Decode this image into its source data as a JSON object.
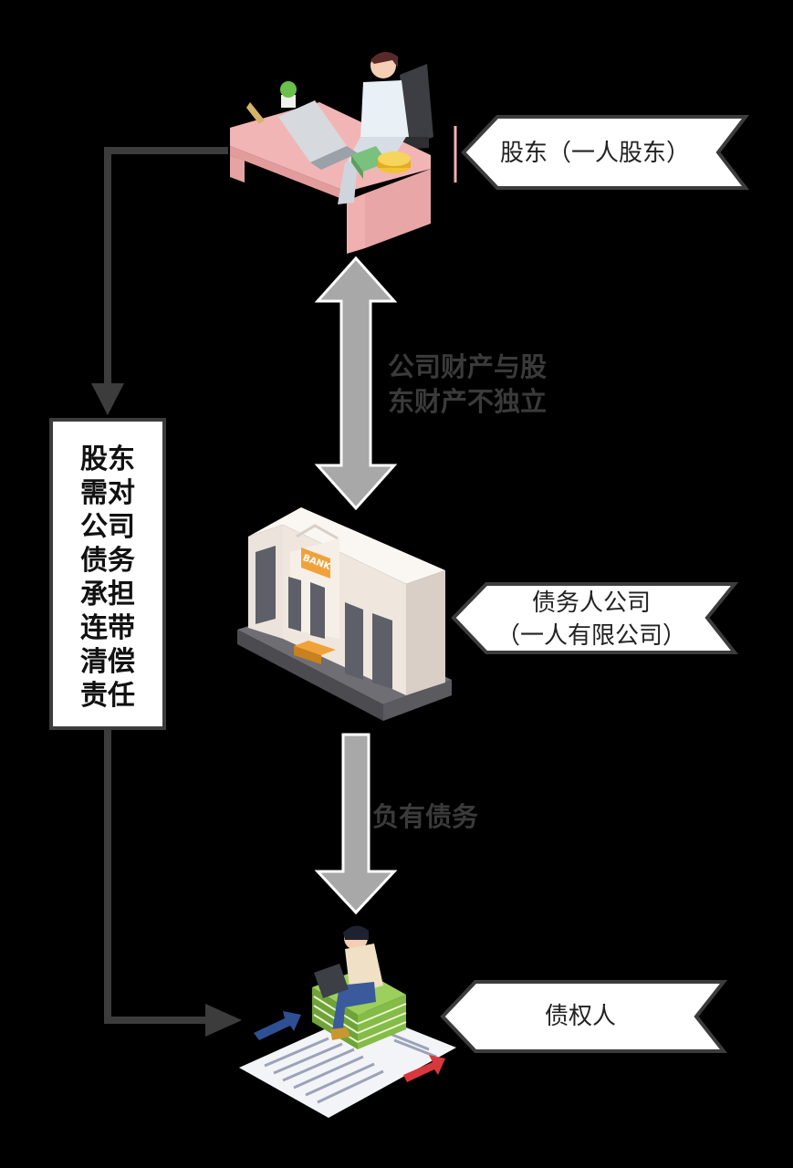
{
  "nodes": {
    "shareholder_label": "股东（一人股东）",
    "debtor_label_line1": "债务人公司",
    "debtor_label_line2": "（一人有限公司）",
    "creditor_label": "债权人",
    "bank_sign": "BANK"
  },
  "edges": {
    "property_label_line1": "公司财产与股",
    "property_label_line2": "东财产不独立",
    "debt_label": "负有债务"
  },
  "liability_box": {
    "lines": [
      "股东",
      "需对",
      "公司",
      "债务",
      "承担",
      "连带",
      "清偿",
      "责任"
    ]
  }
}
